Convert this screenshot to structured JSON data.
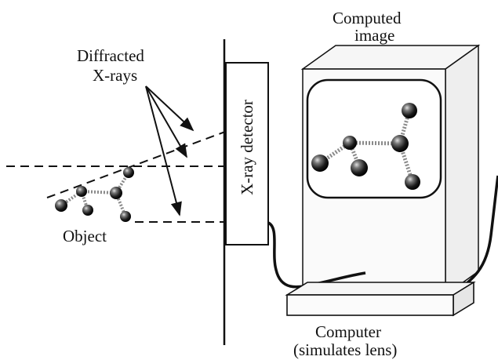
{
  "labels": {
    "diffracted_line1": "Diffracted",
    "diffracted_line2": "X-rays",
    "detector": "X-ray detector",
    "object": "Object",
    "computed_line1": "Computed",
    "computed_line2": "image",
    "computer_line1": "Computer",
    "computer_line2": "(simulates lens)"
  },
  "colors": {
    "ink": "#111111",
    "atom_dark": "#1a1a1a",
    "atom_highlight": "#d8d8d8",
    "bond": "#8a8a8a",
    "monitor_face": "#fafafa",
    "monitor_shade": "#f0f0f0"
  }
}
